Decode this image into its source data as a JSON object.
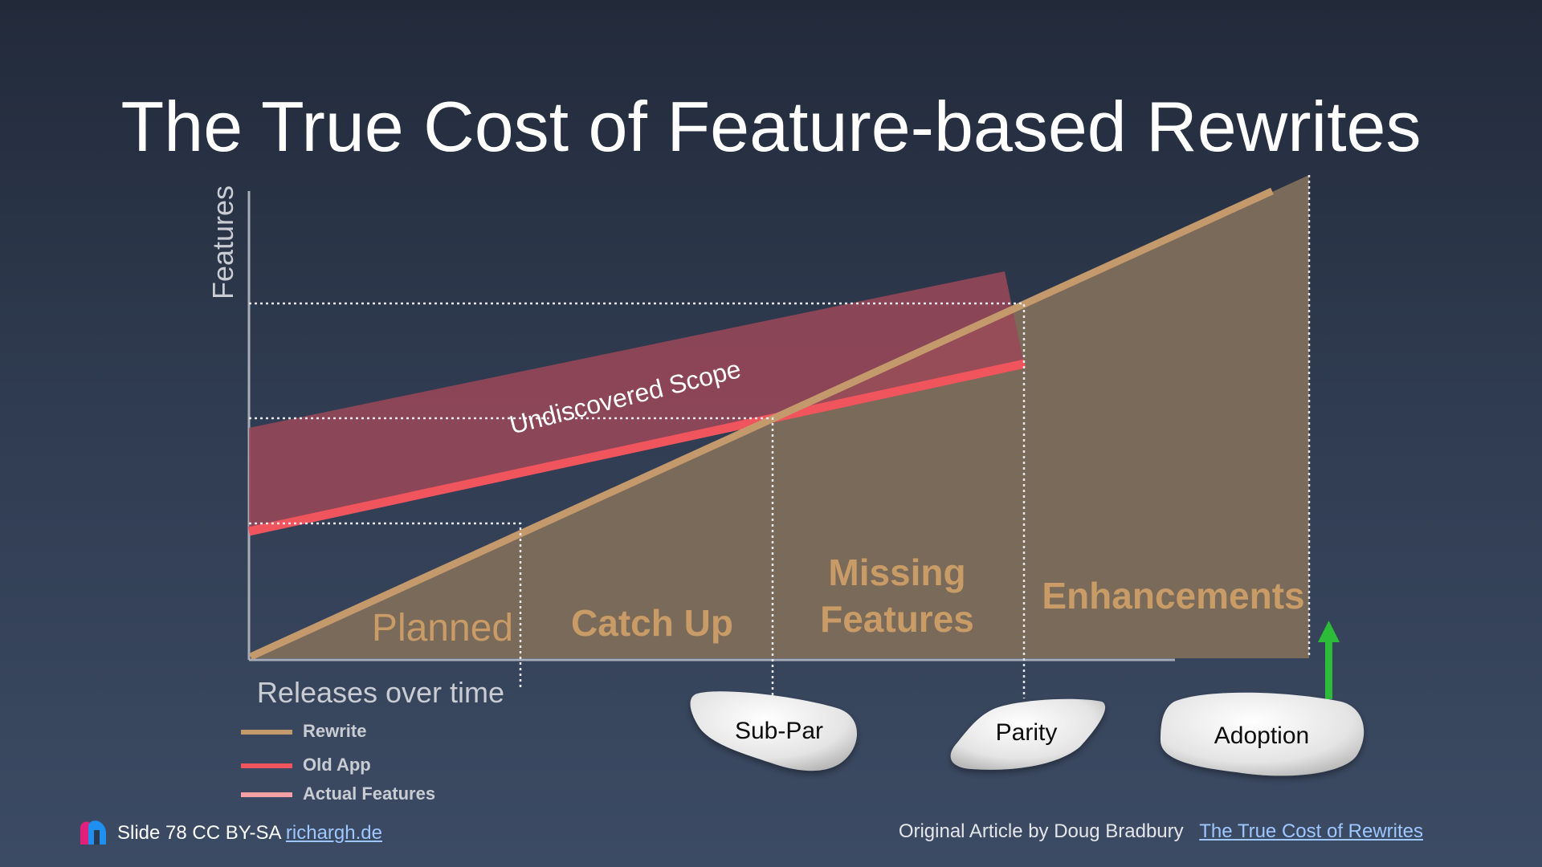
{
  "title": "The True Cost of Feature-based Rewrites",
  "chart_data": {
    "type": "line",
    "ylabel": "Features",
    "xlabel": "Releases over time",
    "band_label": "Undiscovered Scope",
    "series": [
      {
        "name": "Rewrite",
        "color": "#c49a6c"
      },
      {
        "name": "Old App",
        "color": "#f0545c"
      },
      {
        "name": "Actual Features",
        "color": "#f4a0a4"
      }
    ],
    "phases": [
      {
        "label": "Planned",
        "style": "light"
      },
      {
        "label": "Catch Up",
        "style": "bold"
      },
      {
        "label_line1": "Missing",
        "label_line2": "Features",
        "style": "bold"
      },
      {
        "label": "Enhancements",
        "style": "bold"
      }
    ],
    "milestones": [
      {
        "label": "Sub-Par"
      },
      {
        "label": "Parity"
      },
      {
        "label": "Adoption",
        "arrow": "up",
        "arrow_color": "#2dbb3a"
      }
    ],
    "colors": {
      "rewrite_area": "#7a6a5a",
      "phase_text": "#c99b66",
      "undiscovered_band": "#9b4858"
    }
  },
  "legend": [
    {
      "label": "Rewrite",
      "color": "#c49a6c"
    },
    {
      "label": "Old App",
      "color": "#f0545c"
    },
    {
      "label": "Actual Features",
      "color": "#f4a0a4"
    }
  ],
  "footer": {
    "slide_text": "Slide 78 CC BY-SA",
    "site_link": "richargh.de",
    "credit_text": "Original Article by Doug Bradbury",
    "article_link": "The True Cost of Rewrites"
  }
}
